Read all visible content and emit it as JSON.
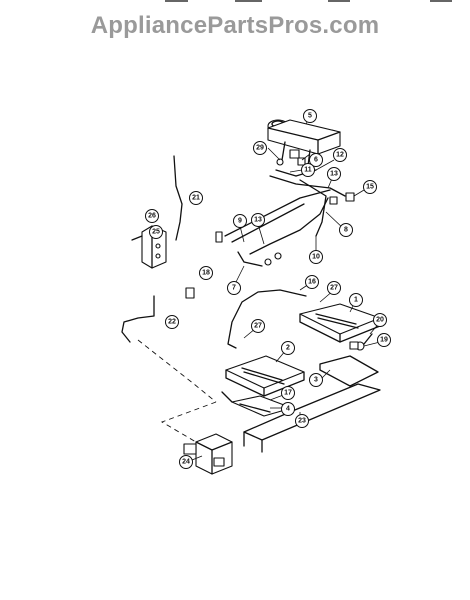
{
  "header": {
    "site_title": "AppliancePartsPros.com"
  },
  "diagram": {
    "callouts": [
      "1",
      "2",
      "3",
      "4",
      "5",
      "6",
      "7",
      "8",
      "9",
      "10",
      "11",
      "12",
      "13",
      "13",
      "15",
      "16",
      "17",
      "18",
      "19",
      "20",
      "21",
      "22",
      "23",
      "24",
      "25",
      "26",
      "27",
      "27",
      "29"
    ]
  }
}
